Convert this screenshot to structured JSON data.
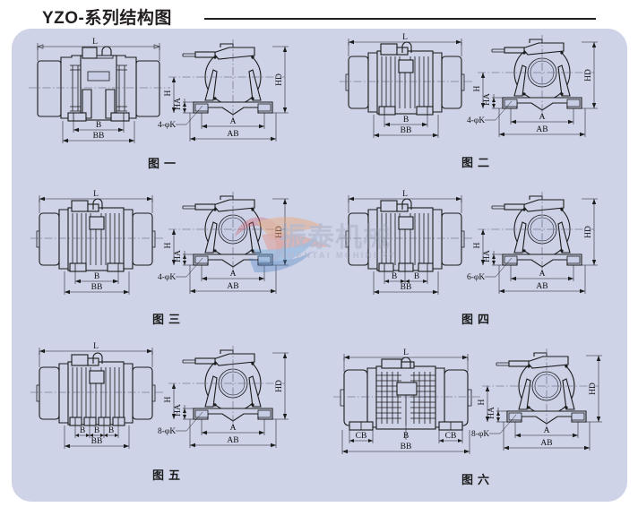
{
  "header": {
    "title": "YZO-系列结构图",
    "rule": "horizontal-rule"
  },
  "watermark": {
    "cn": "振泰机械",
    "en": "ZHENTAI MCHINERY"
  },
  "dimension_labels": {
    "L": "L",
    "B": "B",
    "BB": "BB",
    "CB": "CB",
    "A": "A",
    "AB": "AB",
    "H": "H",
    "HA": "HA",
    "HD": "HD",
    "K4": "4-φK",
    "K6": "6-φK",
    "K8": "8-φK"
  },
  "figures": [
    {
      "id": "fig-1",
      "caption": "图一",
      "front_labels": [
        "L",
        "B",
        "BB"
      ],
      "side_labels": [
        "HD",
        "H",
        "HA",
        "A",
        "AB",
        "4-φK"
      ],
      "feet": 2,
      "bolts": "4-φK",
      "style": "smooth-housing"
    },
    {
      "id": "fig-2",
      "caption": "图二",
      "front_labels": [
        "L",
        "B",
        "BB"
      ],
      "side_labels": [
        "HD",
        "H",
        "HA",
        "A",
        "AB",
        "4-φK"
      ],
      "feet": 2,
      "bolts": "4-φK",
      "style": "finned-housing"
    },
    {
      "id": "fig-3",
      "caption": "图三",
      "front_labels": [
        "L",
        "B",
        "BB"
      ],
      "side_labels": [
        "HD",
        "H",
        "HA",
        "A",
        "AB",
        "4-φK"
      ],
      "feet": 2,
      "bolts": "4-φK",
      "style": "finned-housing"
    },
    {
      "id": "fig-4",
      "caption": "图四",
      "front_labels": [
        "L",
        "B",
        "B",
        "BB"
      ],
      "side_labels": [
        "HD",
        "H",
        "HA",
        "A",
        "AB",
        "6-φK"
      ],
      "feet": 3,
      "bolts": "6-φK",
      "style": "finned-housing"
    },
    {
      "id": "fig-5",
      "caption": "图五",
      "front_labels": [
        "L",
        "B",
        "B",
        "B",
        "BB"
      ],
      "side_labels": [
        "HD",
        "H",
        "HA",
        "A",
        "AB",
        "8-φK"
      ],
      "feet": 4,
      "bolts": "8-φK",
      "style": "finned-housing"
    },
    {
      "id": "fig-6",
      "caption": "图六",
      "front_labels": [
        "L",
        "CB",
        "B",
        "CB",
        "BB"
      ],
      "side_labels": [
        "HD",
        "H",
        "HA",
        "A",
        "AB",
        "8-φK"
      ],
      "feet": 2,
      "bolts": "8-φK",
      "style": "wide-finned-housing"
    }
  ]
}
